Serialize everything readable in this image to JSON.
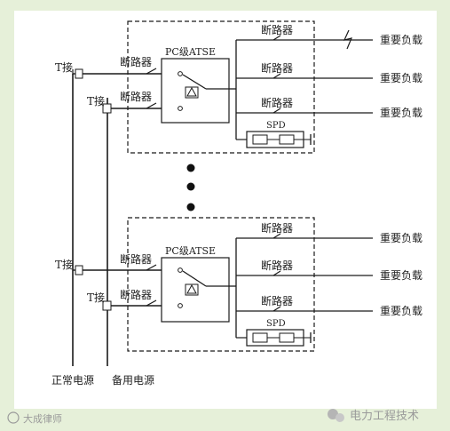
{
  "colors": {
    "frame": "#e6f0d9",
    "canvas": "#ffffff",
    "ink": "#1a1a1a",
    "watermark": "#9a9a9a"
  },
  "sources": {
    "normal": "正常电源",
    "backup": "备用电源"
  },
  "t_tap": "T接",
  "blocks": [
    {
      "breakers": [
        "断路器",
        "断路器"
      ],
      "atse": "PC级ATSE",
      "outputs": [
        {
          "breaker": "断路器",
          "load": "重要负载"
        },
        {
          "breaker": "断路器",
          "load": "重要负载"
        },
        {
          "breaker": "断路器",
          "load": "重要负载"
        }
      ],
      "spd": "SPD",
      "has_fault_mark": true
    },
    {
      "breakers": [
        "断路器",
        "断路器"
      ],
      "atse": "PC级ATSE",
      "outputs": [
        {
          "breaker": "断路器",
          "load": "重要负载"
        },
        {
          "breaker": "断路器",
          "load": "重要负载"
        },
        {
          "breaker": "断路器",
          "load": "重要负载"
        }
      ],
      "spd": "SPD",
      "has_fault_mark": false
    }
  ],
  "watermarks": {
    "left": "大成律师",
    "right": "电力工程技术"
  }
}
